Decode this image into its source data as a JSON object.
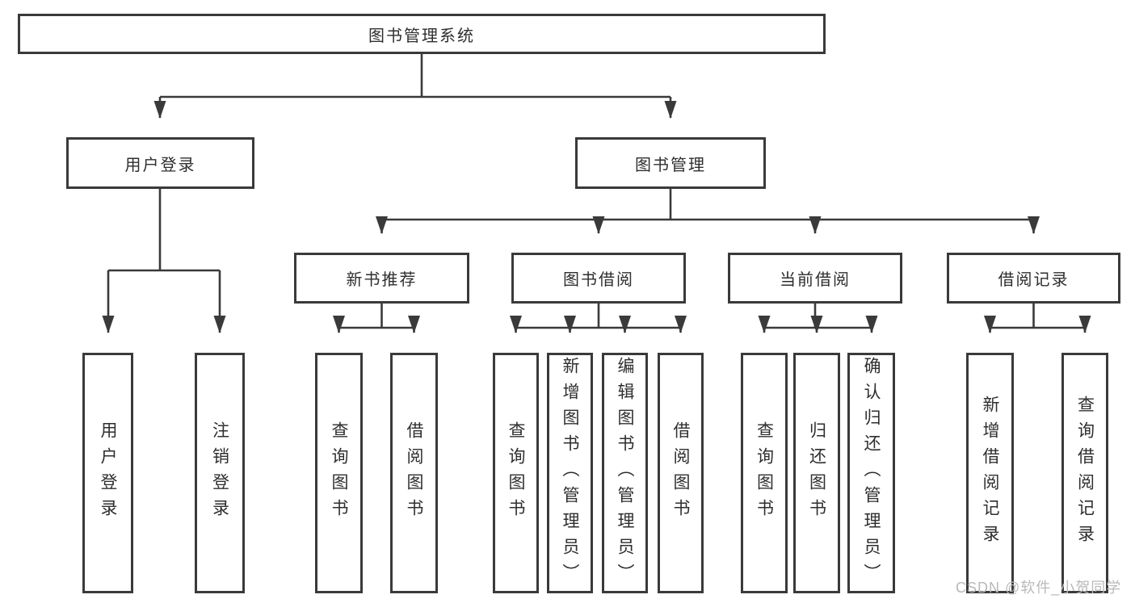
{
  "tree": {
    "root": {
      "label": "图书管理系统",
      "children": [
        {
          "label": "用户登录",
          "children": [
            {
              "label": "用户登录"
            },
            {
              "label": "注销登录"
            }
          ]
        },
        {
          "label": "图书管理",
          "children": [
            {
              "label": "新书推荐",
              "children": [
                {
                  "label": "查询图书"
                },
                {
                  "label": "借阅图书"
                }
              ]
            },
            {
              "label": "图书借阅",
              "children": [
                {
                  "label": "查询图书"
                },
                {
                  "label": "新增图书（管理员）"
                },
                {
                  "label": "编辑图书（管理员）"
                },
                {
                  "label": "借阅图书"
                }
              ]
            },
            {
              "label": "当前借阅",
              "children": [
                {
                  "label": "查询图书"
                },
                {
                  "label": "归还图书"
                },
                {
                  "label": "确认归还（管理员）"
                }
              ]
            },
            {
              "label": "借阅记录",
              "children": [
                {
                  "label": "新增借阅记录"
                },
                {
                  "label": "查询借阅记录"
                }
              ]
            }
          ]
        }
      ]
    }
  },
  "watermark": {
    "text": "CSDN @软件_小贺同学"
  },
  "colors": {
    "line": "#3a3a3a",
    "box_border": "#3a3a3a",
    "text": "#2e2e2e",
    "watermark": "#b9b9b9",
    "background": "#ffffff"
  }
}
